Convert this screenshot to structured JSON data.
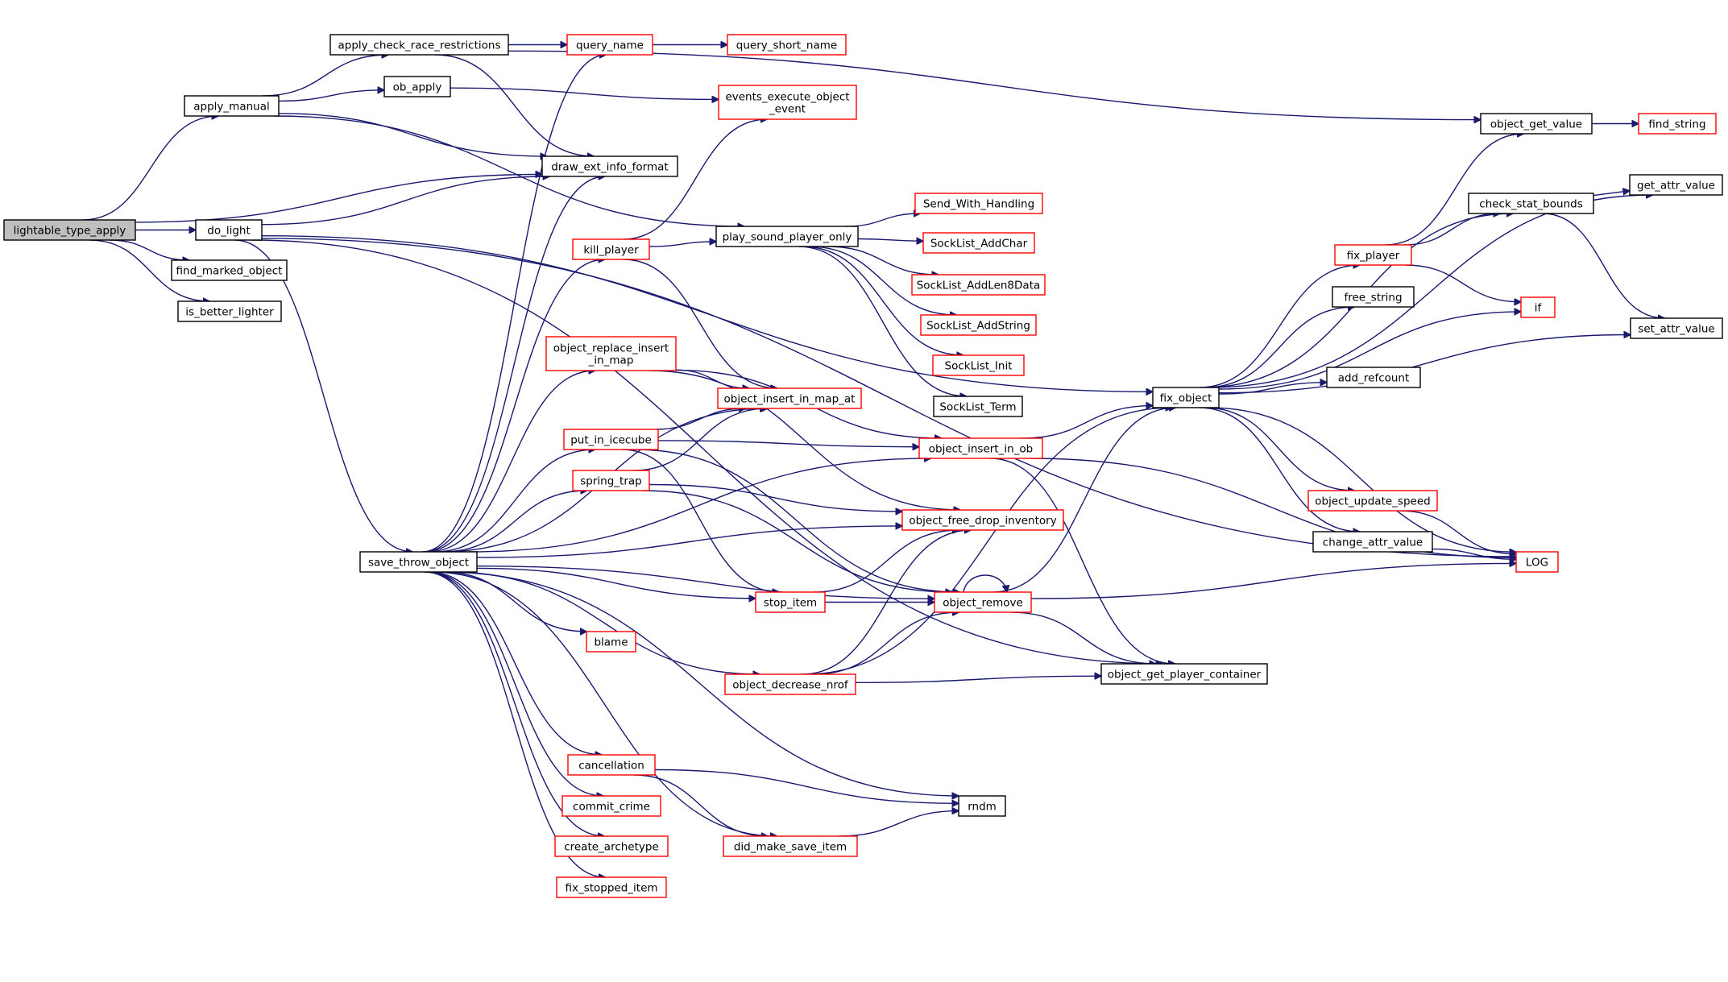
{
  "colors": {
    "edge": "#191970",
    "node_border_default": "#000000",
    "node_border_truncated": "#ff0000",
    "root_fill": "#bfbfbf"
  },
  "nodes": [
    {
      "id": "lightable_type_apply",
      "lines": [
        "lightable_type_apply"
      ],
      "border": "root"
    },
    {
      "id": "apply_manual",
      "lines": [
        "apply_manual"
      ],
      "border": "black"
    },
    {
      "id": "do_light",
      "lines": [
        "do_light"
      ],
      "border": "black"
    },
    {
      "id": "find_marked_object",
      "lines": [
        "find_marked_object"
      ],
      "border": "black"
    },
    {
      "id": "is_better_lighter",
      "lines": [
        "is_better_lighter"
      ],
      "border": "black"
    },
    {
      "id": "apply_check_race_restrictions",
      "lines": [
        "apply_check_race_restrictions"
      ],
      "border": "black"
    },
    {
      "id": "ob_apply",
      "lines": [
        "ob_apply"
      ],
      "border": "black"
    },
    {
      "id": "draw_ext_info_format",
      "lines": [
        "draw_ext_info_format"
      ],
      "border": "black"
    },
    {
      "id": "play_sound_player_only",
      "lines": [
        "play_sound_player_only"
      ],
      "border": "black"
    },
    {
      "id": "fix_object",
      "lines": [
        "fix_object"
      ],
      "border": "black"
    },
    {
      "id": "save_throw_object",
      "lines": [
        "save_throw_object"
      ],
      "border": "black"
    },
    {
      "id": "object_get_player_container",
      "lines": [
        "object_get_player_container"
      ],
      "border": "black"
    },
    {
      "id": "LOG",
      "lines": [
        "LOG"
      ],
      "border": "red"
    },
    {
      "id": "query_name",
      "lines": [
        "query_name"
      ],
      "border": "red"
    },
    {
      "id": "query_short_name",
      "lines": [
        "query_short_name"
      ],
      "border": "red"
    },
    {
      "id": "object_get_value",
      "lines": [
        "object_get_value"
      ],
      "border": "black"
    },
    {
      "id": "events_execute_object_event",
      "lines": [
        "events_execute_object",
        "_event"
      ],
      "border": "red"
    },
    {
      "id": "kill_player",
      "lines": [
        "kill_player"
      ],
      "border": "red"
    },
    {
      "id": "object_replace_insert_in_map",
      "lines": [
        "object_replace_insert",
        "_in_map"
      ],
      "border": "red"
    },
    {
      "id": "object_insert_in_map_at",
      "lines": [
        "object_insert_in_map_at"
      ],
      "border": "red"
    },
    {
      "id": "put_in_icecube",
      "lines": [
        "put_in_icecube"
      ],
      "border": "red"
    },
    {
      "id": "spring_trap",
      "lines": [
        "spring_trap"
      ],
      "border": "red"
    },
    {
      "id": "object_free_drop_inventory",
      "lines": [
        "object_free_drop_inventory"
      ],
      "border": "red"
    },
    {
      "id": "stop_item",
      "lines": [
        "stop_item"
      ],
      "border": "red"
    },
    {
      "id": "object_remove",
      "lines": [
        "object_remove"
      ],
      "border": "red"
    },
    {
      "id": "blame",
      "lines": [
        "blame"
      ],
      "border": "red"
    },
    {
      "id": "object_decrease_nrof",
      "lines": [
        "object_decrease_nrof"
      ],
      "border": "red"
    },
    {
      "id": "cancellation",
      "lines": [
        "cancellation"
      ],
      "border": "red"
    },
    {
      "id": "commit_crime",
      "lines": [
        "commit_crime"
      ],
      "border": "red"
    },
    {
      "id": "create_archetype",
      "lines": [
        "create_archetype"
      ],
      "border": "red"
    },
    {
      "id": "fix_stopped_item",
      "lines": [
        "fix_stopped_item"
      ],
      "border": "red"
    },
    {
      "id": "did_make_save_item",
      "lines": [
        "did_make_save_item"
      ],
      "border": "red"
    },
    {
      "id": "rndm",
      "lines": [
        "rndm"
      ],
      "border": "black"
    },
    {
      "id": "Send_With_Handling",
      "lines": [
        "Send_With_Handling"
      ],
      "border": "red"
    },
    {
      "id": "SockList_AddChar",
      "lines": [
        "SockList_AddChar"
      ],
      "border": "red"
    },
    {
      "id": "SockList_AddLen8Data",
      "lines": [
        "SockList_AddLen8Data"
      ],
      "border": "red"
    },
    {
      "id": "SockList_AddString",
      "lines": [
        "SockList_AddString"
      ],
      "border": "red"
    },
    {
      "id": "SockList_Init",
      "lines": [
        "SockList_Init"
      ],
      "border": "red"
    },
    {
      "id": "SockList_Term",
      "lines": [
        "SockList_Term"
      ],
      "border": "black"
    },
    {
      "id": "object_insert_in_ob",
      "lines": [
        "object_insert_in_ob"
      ],
      "border": "red"
    },
    {
      "id": "fix_player",
      "lines": [
        "fix_player"
      ],
      "border": "red"
    },
    {
      "id": "free_string",
      "lines": [
        "free_string"
      ],
      "border": "black"
    },
    {
      "id": "add_refcount",
      "lines": [
        "add_refcount"
      ],
      "border": "black"
    },
    {
      "id": "object_update_speed",
      "lines": [
        "object_update_speed"
      ],
      "border": "red"
    },
    {
      "id": "change_attr_value",
      "lines": [
        "change_attr_value"
      ],
      "border": "black"
    },
    {
      "id": "find_string",
      "lines": [
        "find_string"
      ],
      "border": "red"
    },
    {
      "id": "get_attr_value",
      "lines": [
        "get_attr_value"
      ],
      "border": "black"
    },
    {
      "id": "check_stat_bounds",
      "lines": [
        "check_stat_bounds"
      ],
      "border": "black"
    },
    {
      "id": "if",
      "lines": [
        "if"
      ],
      "border": "red"
    },
    {
      "id": "set_attr_value",
      "lines": [
        "set_attr_value"
      ],
      "border": "black"
    }
  ],
  "edges": [
    [
      "lightable_type_apply",
      "apply_manual"
    ],
    [
      "lightable_type_apply",
      "do_light"
    ],
    [
      "lightable_type_apply",
      "find_marked_object"
    ],
    [
      "lightable_type_apply",
      "is_better_lighter"
    ],
    [
      "lightable_type_apply",
      "draw_ext_info_format"
    ],
    [
      "apply_manual",
      "apply_check_race_restrictions"
    ],
    [
      "apply_manual",
      "ob_apply"
    ],
    [
      "apply_manual",
      "play_sound_player_only"
    ],
    [
      "apply_manual",
      "draw_ext_info_format"
    ],
    [
      "apply_check_race_restrictions",
      "query_name"
    ],
    [
      "apply_check_race_restrictions",
      "object_get_value"
    ],
    [
      "apply_check_race_restrictions",
      "draw_ext_info_format"
    ],
    [
      "query_name",
      "query_short_name"
    ],
    [
      "ob_apply",
      "events_execute_object_event"
    ],
    [
      "do_light",
      "draw_ext_info_format"
    ],
    [
      "do_light",
      "fix_object"
    ],
    [
      "do_light",
      "save_throw_object"
    ],
    [
      "do_light",
      "object_get_player_container"
    ],
    [
      "do_light",
      "LOG"
    ],
    [
      "save_throw_object",
      "query_name"
    ],
    [
      "save_throw_object",
      "draw_ext_info_format"
    ],
    [
      "save_throw_object",
      "kill_player"
    ],
    [
      "save_throw_object",
      "object_replace_insert_in_map"
    ],
    [
      "save_throw_object",
      "object_insert_in_map_at"
    ],
    [
      "save_throw_object",
      "put_in_icecube"
    ],
    [
      "save_throw_object",
      "spring_trap"
    ],
    [
      "save_throw_object",
      "object_free_drop_inventory"
    ],
    [
      "save_throw_object",
      "stop_item"
    ],
    [
      "save_throw_object",
      "blame"
    ],
    [
      "save_throw_object",
      "object_decrease_nrof"
    ],
    [
      "save_throw_object",
      "object_remove"
    ],
    [
      "save_throw_object",
      "object_insert_in_ob"
    ],
    [
      "save_throw_object",
      "cancellation"
    ],
    [
      "save_throw_object",
      "commit_crime"
    ],
    [
      "save_throw_object",
      "create_archetype"
    ],
    [
      "save_throw_object",
      "fix_stopped_item"
    ],
    [
      "save_throw_object",
      "did_make_save_item"
    ],
    [
      "save_throw_object",
      "rndm"
    ],
    [
      "kill_player",
      "events_execute_object_event"
    ],
    [
      "kill_player",
      "play_sound_player_only"
    ],
    [
      "kill_player",
      "object_insert_in_map_at"
    ],
    [
      "play_sound_player_only",
      "Send_With_Handling"
    ],
    [
      "play_sound_player_only",
      "SockList_AddChar"
    ],
    [
      "play_sound_player_only",
      "SockList_AddLen8Data"
    ],
    [
      "play_sound_player_only",
      "SockList_AddString"
    ],
    [
      "play_sound_player_only",
      "SockList_Init"
    ],
    [
      "play_sound_player_only",
      "SockList_Term"
    ],
    [
      "object_replace_insert_in_map",
      "object_insert_in_map_at"
    ],
    [
      "object_replace_insert_in_map",
      "object_free_drop_inventory"
    ],
    [
      "object_replace_insert_in_map",
      "object_insert_in_ob"
    ],
    [
      "put_in_icecube",
      "object_insert_in_map_at"
    ],
    [
      "put_in_icecube",
      "object_insert_in_ob"
    ],
    [
      "put_in_icecube",
      "stop_item"
    ],
    [
      "put_in_icecube",
      "object_remove"
    ],
    [
      "spring_trap",
      "object_insert_in_map_at"
    ],
    [
      "spring_trap",
      "object_free_drop_inventory"
    ],
    [
      "spring_trap",
      "object_remove"
    ],
    [
      "stop_item",
      "object_free_drop_inventory"
    ],
    [
      "stop_item",
      "object_remove"
    ],
    [
      "object_decrease_nrof",
      "object_free_drop_inventory"
    ],
    [
      "object_decrease_nrof",
      "object_remove"
    ],
    [
      "object_decrease_nrof",
      "fix_object"
    ],
    [
      "object_decrease_nrof",
      "object_get_player_container"
    ],
    [
      "object_remove",
      "object_remove"
    ],
    [
      "object_remove",
      "fix_object"
    ],
    [
      "object_remove",
      "object_get_player_container"
    ],
    [
      "object_remove",
      "LOG"
    ],
    [
      "object_insert_in_ob",
      "fix_object"
    ],
    [
      "object_insert_in_ob",
      "LOG"
    ],
    [
      "object_insert_in_ob",
      "object_get_player_container"
    ],
    [
      "cancellation",
      "rndm"
    ],
    [
      "cancellation",
      "did_make_save_item"
    ],
    [
      "did_make_save_item",
      "rndm"
    ],
    [
      "fix_object",
      "fix_player"
    ],
    [
      "fix_object",
      "free_string"
    ],
    [
      "fix_object",
      "add_refcount"
    ],
    [
      "fix_object",
      "object_update_speed"
    ],
    [
      "fix_object",
      "change_attr_value"
    ],
    [
      "fix_object",
      "get_attr_value"
    ],
    [
      "fix_object",
      "check_stat_bounds"
    ],
    [
      "fix_object",
      "if"
    ],
    [
      "fix_object",
      "set_attr_value"
    ],
    [
      "fix_object",
      "LOG"
    ],
    [
      "fix_player",
      "object_get_value"
    ],
    [
      "fix_player",
      "check_stat_bounds"
    ],
    [
      "fix_player",
      "if"
    ],
    [
      "object_get_value",
      "find_string"
    ],
    [
      "check_stat_bounds",
      "get_attr_value"
    ],
    [
      "check_stat_bounds",
      "set_attr_value"
    ],
    [
      "object_update_speed",
      "LOG"
    ],
    [
      "change_attr_value",
      "LOG"
    ]
  ]
}
